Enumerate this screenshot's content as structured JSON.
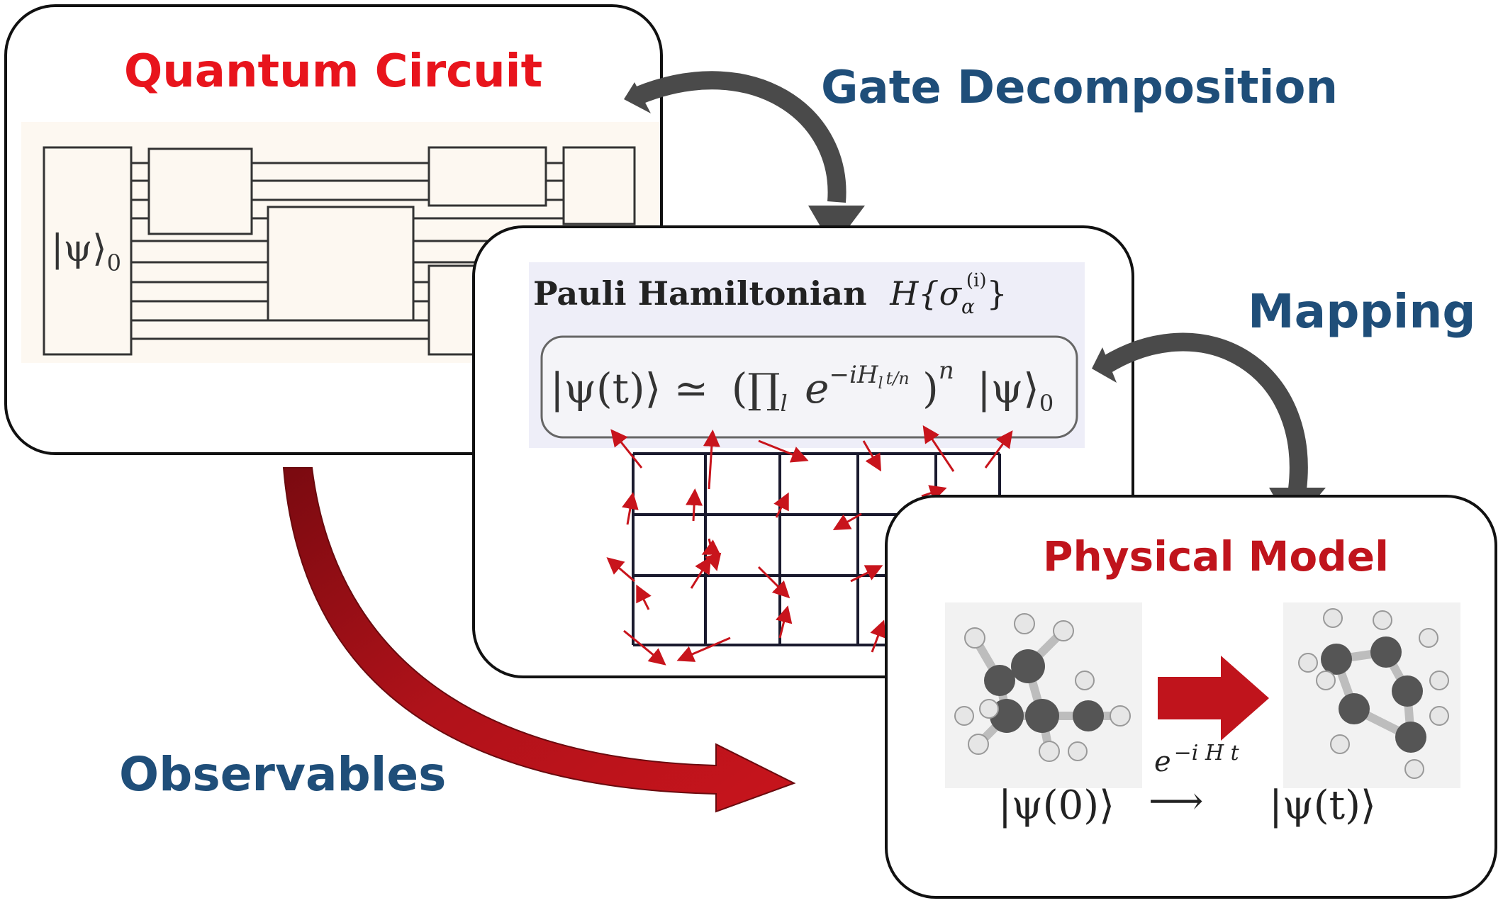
{
  "panels": {
    "quantum_circuit": {
      "title": "Quantum Circuit",
      "initial_state": "|ψ⟩",
      "initial_state_sub": "0"
    },
    "pauli": {
      "title": "Pauli Hamiltonian",
      "hamiltonian_symbol": "H{σ",
      "hamiltonian_sub": "α",
      "hamiltonian_sup": "(i)",
      "hamiltonian_close": "}",
      "equation_lhs": "|ψ(t)⟩ ≃",
      "equation_prod": "(∏",
      "equation_prod_sub": "l",
      "equation_exp_base": "e",
      "equation_exp_power": "−iH",
      "equation_exp_power_sub": "l",
      "equation_exp_frac": "t/n",
      "equation_close": ")",
      "equation_power": "n",
      "equation_rhs": "|ψ⟩",
      "equation_rhs_sub": "0"
    },
    "physical_model": {
      "title": "Physical Model",
      "state_initial": "|ψ(0)⟩",
      "state_final": "|ψ(t)⟩",
      "evolution_operator": "e",
      "evolution_operator_power": "−i H t",
      "evolution_arrow": "⟶"
    }
  },
  "arrows": {
    "gate_decomposition": "Gate Decomposition",
    "mapping": "Mapping",
    "observables": "Observables"
  },
  "colors": {
    "title_red": "#e8141c",
    "title_darkred": "#c0141c",
    "label_blue": "#1f4e79",
    "curve_arrow_gray": "#4a4a4a",
    "observables_arrow": "#a01018",
    "spin_arrow": "#c8141c",
    "panel_border": "#111111"
  }
}
